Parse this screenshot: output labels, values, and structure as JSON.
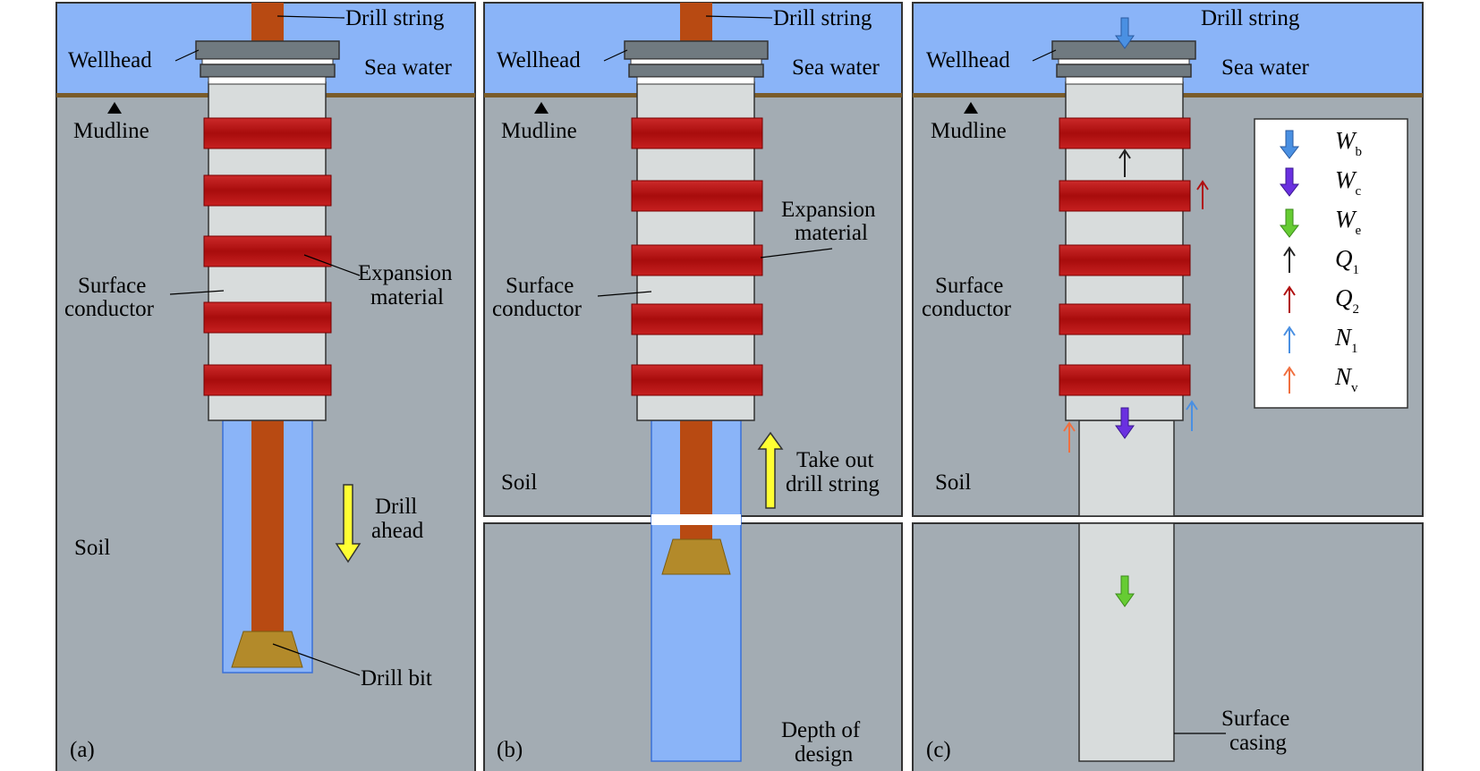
{
  "panel_a": {
    "tag": "(a)",
    "drill_string": "Drill string",
    "wellhead": "Wellhead",
    "sea_water": "Sea water",
    "mudline": "Mudline",
    "surface_conductor_1": "Surface",
    "surface_conductor_2": "conductor",
    "expansion_1": "Expansion",
    "expansion_2": "material",
    "drill_ahead_1": "Drill",
    "drill_ahead_2": "ahead",
    "soil": "Soil",
    "drill_bit": "Drill bit"
  },
  "panel_b": {
    "tag": "(b)",
    "drill_string": "Drill string",
    "wellhead": "Wellhead",
    "sea_water": "Sea water",
    "mudline": "Mudline",
    "surface_conductor_1": "Surface",
    "surface_conductor_2": "conductor",
    "expansion_1": "Expansion",
    "expansion_2": "material",
    "take_out_1": "Take out",
    "take_out_2": "drill string",
    "soil": "Soil",
    "depth_1": "Depth of",
    "depth_2": "design"
  },
  "panel_c": {
    "tag": "(c)",
    "drill_string": "Drill string",
    "wellhead": "Wellhead",
    "sea_water": "Sea water",
    "mudline": "Mudline",
    "surface_conductor_1": "Surface",
    "surface_conductor_2": "conductor",
    "soil": "Soil",
    "surface_casing_1": "Surface",
    "surface_casing_2": "casing"
  },
  "legend": [
    {
      "symbol": "W",
      "sub": "b",
      "icon": "blue-load-arrow-icon",
      "color": "#4a90e2"
    },
    {
      "symbol": "W",
      "sub": "c",
      "icon": "purple-load-arrow-icon",
      "color": "#6a30e0"
    },
    {
      "symbol": "W",
      "sub": "e",
      "icon": "green-load-arrow-icon",
      "color": "#66cc33"
    },
    {
      "symbol": "Q",
      "sub": "1",
      "icon": "black-force-arrow-icon",
      "color": "#222222"
    },
    {
      "symbol": "Q",
      "sub": "2",
      "icon": "red-force-arrow-icon",
      "color": "#b01010"
    },
    {
      "symbol": "N",
      "sub": "1",
      "icon": "light-blue-force-arrow-icon",
      "color": "#4a90e2"
    },
    {
      "symbol": "N",
      "sub": "v",
      "icon": "orange-force-arrow-icon",
      "color": "#f07040"
    }
  ],
  "colors": {
    "sea": "#8ab4f8",
    "soil": "#a3acb3",
    "mudline": "#7a5c2a",
    "conductor": "#d8dcdc",
    "expansion": "#aa0e0e",
    "drill_string": "#b84a12",
    "drill_bit": "#b38a2a",
    "wellhead": "#707a80",
    "hole": "#8ab4f8",
    "yellow_arrow": "#ffff33"
  }
}
